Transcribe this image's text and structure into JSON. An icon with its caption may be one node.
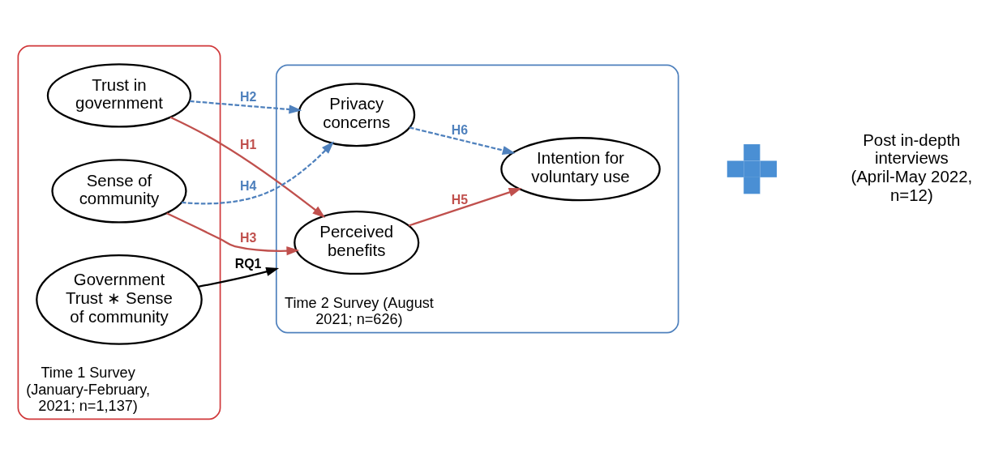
{
  "diagram": {
    "nodes": [
      {
        "text": [
          "Time 1 Survey (January-February, 2021; n=1,137)"
        ]
      },
      {
        "text": [
          "Trust in government"
        ],
        "in": 0
      },
      {
        "text": [
          "Sense of community"
        ],
        "in": 0
      },
      {
        "text": [
          "Government Trust ∗ Sense of community"
        ],
        "in": 0
      },
      {
        "text": [
          "Time 2 Survey (August 2021; n=626)"
        ]
      },
      {
        "text": [
          "Perceived benefits"
        ],
        "in": 4
      },
      {
        "text": [
          "Privacy concerns"
        ],
        "in": 4
      },
      {
        "text": [
          "Intention for voluntary use"
        ],
        "in": 4
      },
      {
        "text": [],
        "shape": "plus"
      }
    ],
    "edges": [
      {
        "from": 1,
        "to": 5,
        "arrow": "to",
        "label": "H1",
        "color": "#c0504d"
      },
      {
        "from": 1,
        "to": 6,
        "arrow": "to",
        "label": "H2",
        "style": "dashed",
        "color": "#4f81bd"
      },
      {
        "from": 2,
        "to": 5,
        "arrow": "to",
        "label": "H3",
        "color": "#c0504d"
      },
      {
        "from": 2,
        "to": 6,
        "arrow": "to",
        "label": "H4",
        "style": "dashed",
        "color": "#4f81bd"
      },
      {
        "from": 3,
        "to": 4,
        "arrow": "to",
        "label": "RQ1",
        "color": "#000000"
      },
      {
        "from": 5,
        "to": 7,
        "arrow": "to",
        "label": "H5",
        "color": "#c0504d"
      },
      {
        "from": 6,
        "to": 7,
        "arrow": "to",
        "label": "H6",
        "style": "dashed",
        "color": "#4f81bd"
      }
    ],
    "labels": [
      "Post in-depth interviews (April-May 2022, n=12)"
    ]
  }
}
